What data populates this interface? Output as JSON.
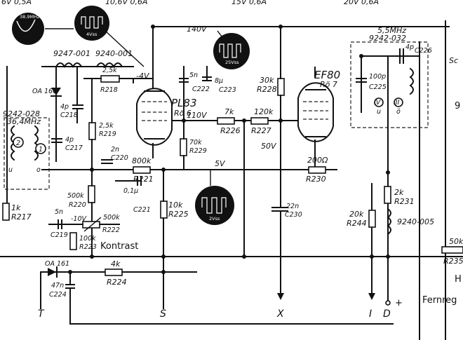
{
  "top": {
    "supply_left": "6V 0,5A",
    "supply_mid": "10,6V 0,6A",
    "supply_right1": "15V 0,6A",
    "supply_right2": "20V 0,6A"
  },
  "scopes": {
    "s1_freq": "38,9MHz",
    "s2_amp": "4Vss",
    "s3_amp": "25Vss",
    "s4_amp": "2Vss"
  },
  "voltages": {
    "v140": "140V",
    "v110": "110V",
    "v50": "50V",
    "v5": "5V",
    "vm4": "-4V",
    "vm10": "-10V"
  },
  "parts": {
    "f9247": "9247-001",
    "f9240": "9240-001",
    "f9242_028": "9242-028",
    "f36_4": "36,4MHz",
    "oa160": "OA 160",
    "c218v": "4p",
    "c218": "C218",
    "c217v": "4p",
    "c217": "C217",
    "r218v": "2,5k",
    "r218": "R218",
    "pl83": "PL83",
    "ro6": "Rö 6",
    "r219v": "2,5k",
    "r219": "R219",
    "c220v": "2n",
    "c220": "C220",
    "r221v": "800k",
    "r221": "R221",
    "c222v": "5n",
    "c222": "C222",
    "c223v": "8µ",
    "c223": "C223",
    "r229v": "70k",
    "r229": "R229",
    "r226v": "7k",
    "r226": "R226",
    "r227v": "120k",
    "r227": "R227",
    "r228v": "30k",
    "r228": "R228",
    "ef80": "EF80",
    "ro7": "Rö 7",
    "r230v": "200Ω",
    "r230": "R230",
    "r220v": "500k",
    "r220": "R220",
    "c221v": "0,1µ",
    "c221": "C221",
    "r225v": "10k",
    "r225": "R225",
    "c219v": "5n",
    "c219": "C219",
    "r222v": "500k",
    "r222": "R222",
    "r223v": "100k",
    "r223": "R223",
    "kontrast": "Kontrast",
    "oa161": "OA 161",
    "r224v": "4k",
    "r224": "R224",
    "c224v": "47n",
    "c224": "C224",
    "r217v": "1k",
    "r217": "R217",
    "c230v": "22n",
    "c230": "C230",
    "f5_5": "5,5MHz",
    "f9242_032": "9242-032",
    "c226v": "4p",
    "c226": "C226",
    "c225v": "100p",
    "c225": "C225",
    "r231v": "2k",
    "r231": "R231",
    "r244v": "20k",
    "r244": "R244",
    "f9240_005": "9240-005",
    "r235v": "50k",
    "r235": "R235",
    "coil_u": "u",
    "coil_o": "o",
    "coil_u2": "u",
    "coil_o2": "ö",
    "circ1": "1",
    "circ2": "2",
    "circ3": "III",
    "circ4": "IV"
  },
  "terminals": {
    "t": "T",
    "s": "S",
    "x": "X",
    "i": "I",
    "d": "D",
    "plus": "+",
    "sc": "Sc",
    "fernreg": "Fernreg",
    "h": "H",
    "n9": "9"
  }
}
